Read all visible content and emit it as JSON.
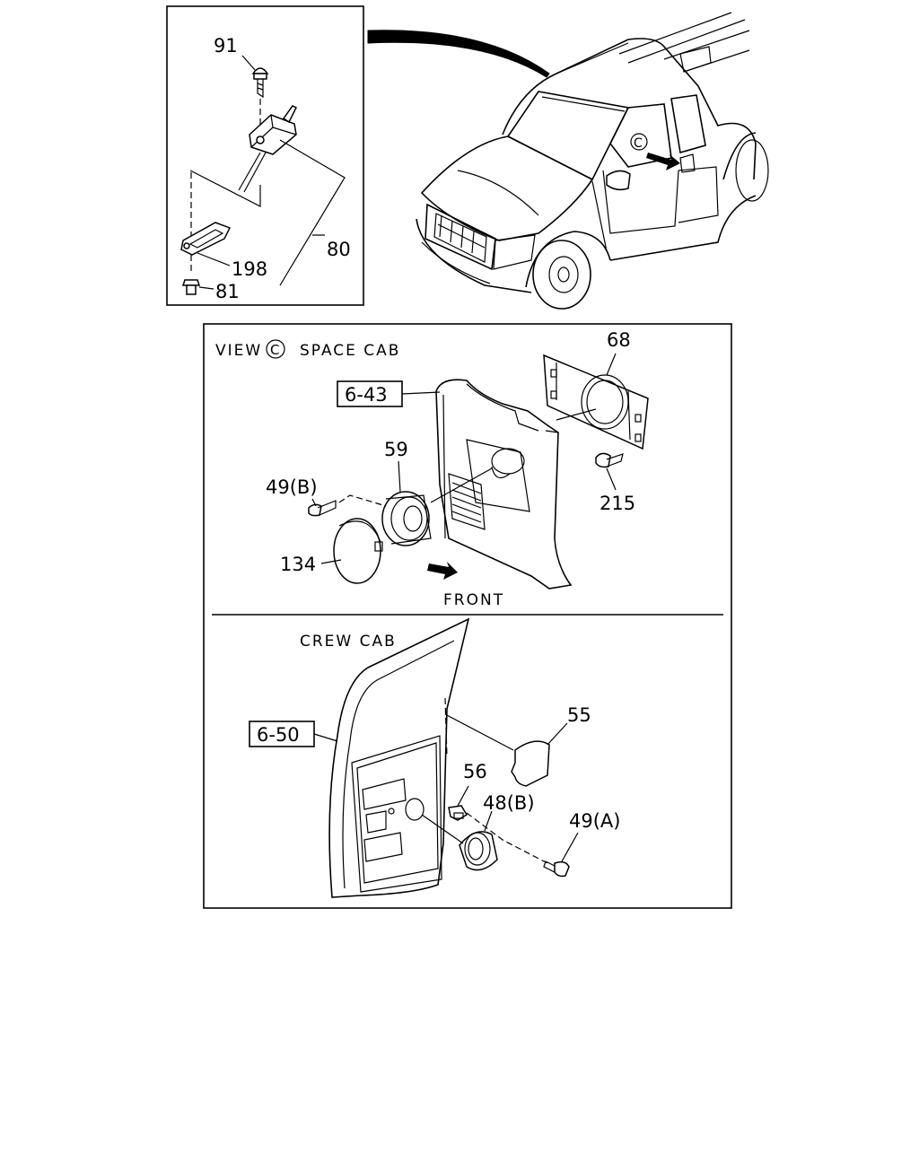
{
  "inset_labels": {
    "p91": "91",
    "p80": "80",
    "p198": "198",
    "p81": "81"
  },
  "space_cab": {
    "title_prefix": "VIEW",
    "view_mark": "C",
    "title_suffix": "SPACE CAB",
    "ref_box": "6-43",
    "p68": "68",
    "p59": "59",
    "p49b": "49(B)",
    "p215": "215",
    "p134": "134",
    "front": "FRONT"
  },
  "crew_cab": {
    "title": "CREW CAB",
    "ref_box": "6-50",
    "p55": "55",
    "p56": "56",
    "p48b": "48(B)",
    "p49a": "49(A)"
  },
  "truck": {
    "view_mark": "C"
  }
}
